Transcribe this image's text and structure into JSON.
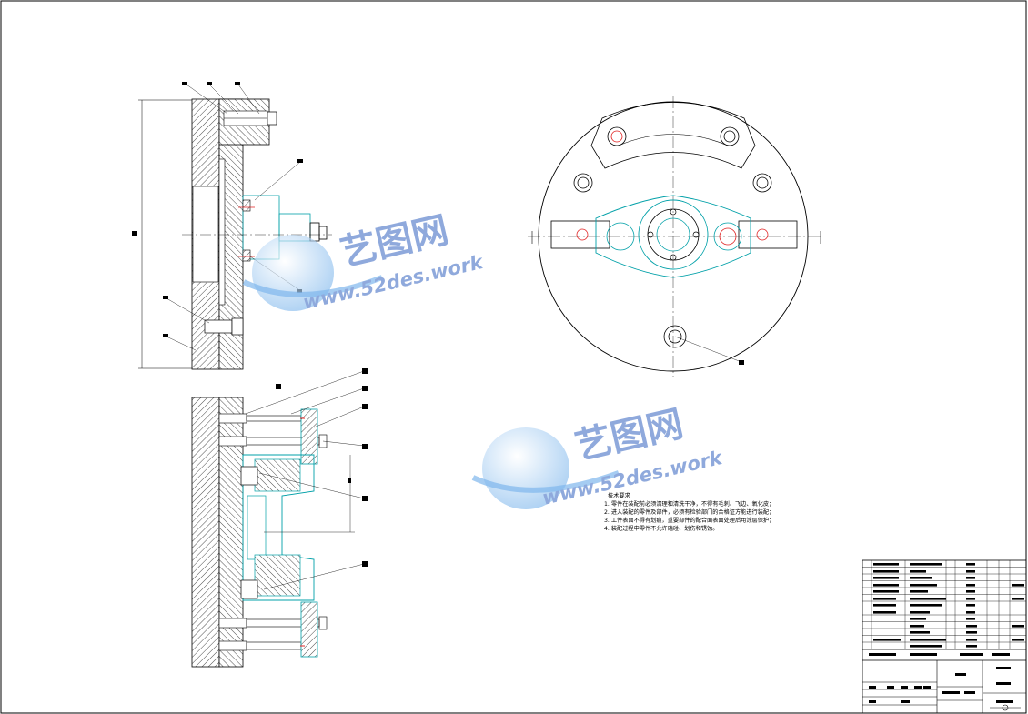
{
  "watermark": {
    "brand": "艺图网",
    "url": "www.52des.work"
  },
  "tech_requirements": {
    "heading": "技术要求",
    "items": [
      "1. 零件在装配前必须清理和清洗干净，不得有毛刺、飞边、氧化皮；",
      "2. 进入装配的零件及部件，必须有检验部门的合格证方能进行装配；",
      "3. 工件表面不得有划痕，重要部件的配合面表面处理后用涂层保护；",
      "4. 装配过程中零件不允许磕碰、划伤和锈蚀。"
    ]
  },
  "colors": {
    "line": "#000000",
    "part": "#00a0a8",
    "accent": "#e02020",
    "watermark": "#8fa9dc"
  }
}
